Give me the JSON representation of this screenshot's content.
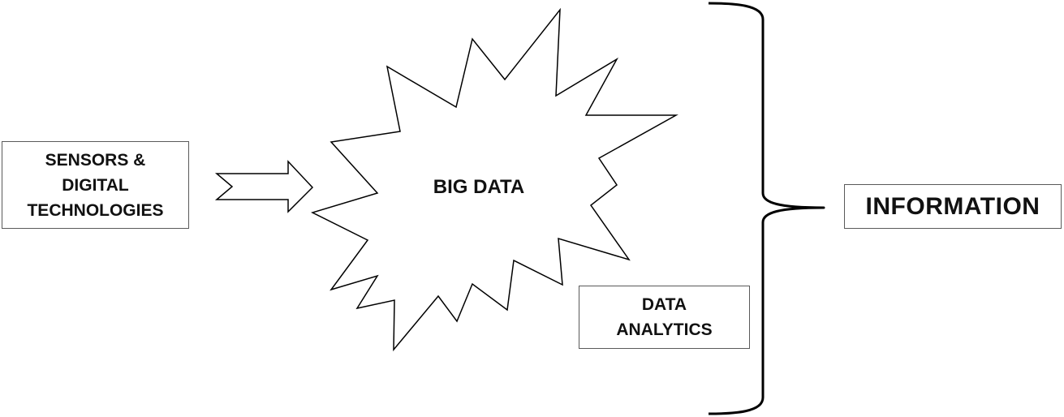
{
  "diagram": {
    "sensors_box": {
      "lines": [
        "SENSORS &",
        "DIGITAL",
        "TECHNOLOGIES"
      ]
    },
    "big_data_label": "BIG DATA",
    "analytics_box": {
      "lines": [
        "DATA",
        "ANALYTICS"
      ]
    },
    "information_box": {
      "label": "INFORMATION"
    },
    "colors": {
      "stroke": "#000000",
      "box_border": "#5a5a5a",
      "text": "#111111",
      "background": "#ffffff"
    }
  }
}
